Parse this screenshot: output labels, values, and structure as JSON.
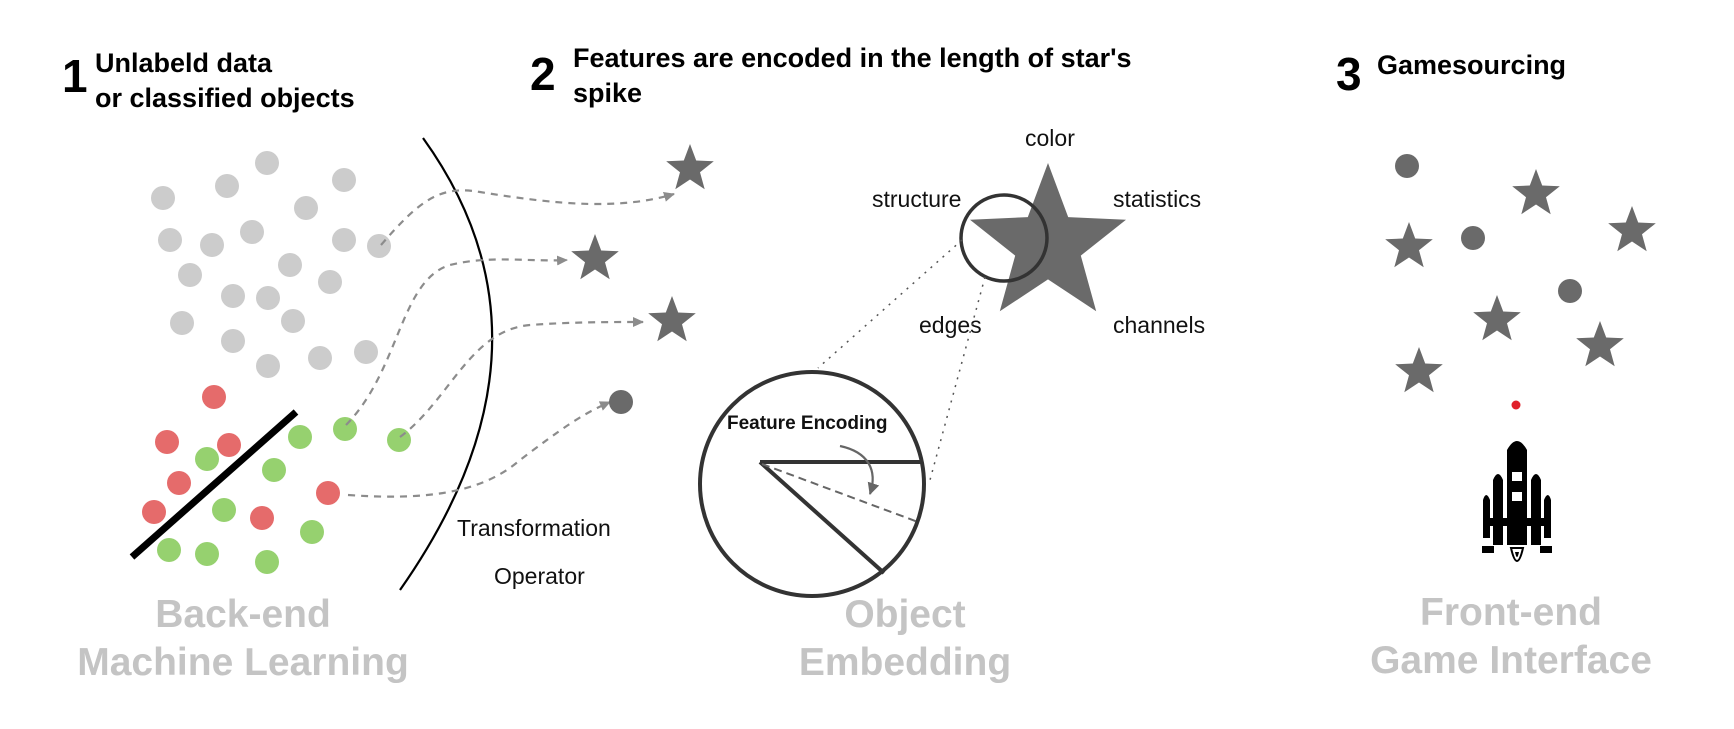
{
  "steps": [
    {
      "number": "1",
      "heading_line1": "Unlabeld data",
      "heading_line2": "or classified objects"
    },
    {
      "number": "2",
      "heading_line1": "Features are encoded in the length of star's",
      "heading_line2": "spike"
    },
    {
      "number": "3",
      "heading_line1": "Gamesourcing",
      "heading_line2": ""
    }
  ],
  "transformation": {
    "line1": "Transformation",
    "line2": "Operator"
  },
  "star_features": {
    "top": "color",
    "upper_left": "structure",
    "upper_right": "statistics",
    "lower_left": "edges",
    "lower_right": "channels"
  },
  "zoom_label": "Feature Encoding",
  "sections": [
    {
      "line1": "Back-end",
      "line2": "Machine Learning"
    },
    {
      "line1": "Object",
      "line2": "Embedding"
    },
    {
      "line1": "Front-end",
      "line2": "Game Interface"
    }
  ],
  "colors": {
    "unlabeled": "#cccccc",
    "class_a": "#e56b6b",
    "class_b": "#96d16f",
    "object": "#6a6a6a",
    "section_text": "#c4c4c4",
    "arrow": "#8c8c8c",
    "bullet": "#e0202a"
  },
  "icons": [
    "rocket-icon",
    "star-icon",
    "circle-icon"
  ]
}
